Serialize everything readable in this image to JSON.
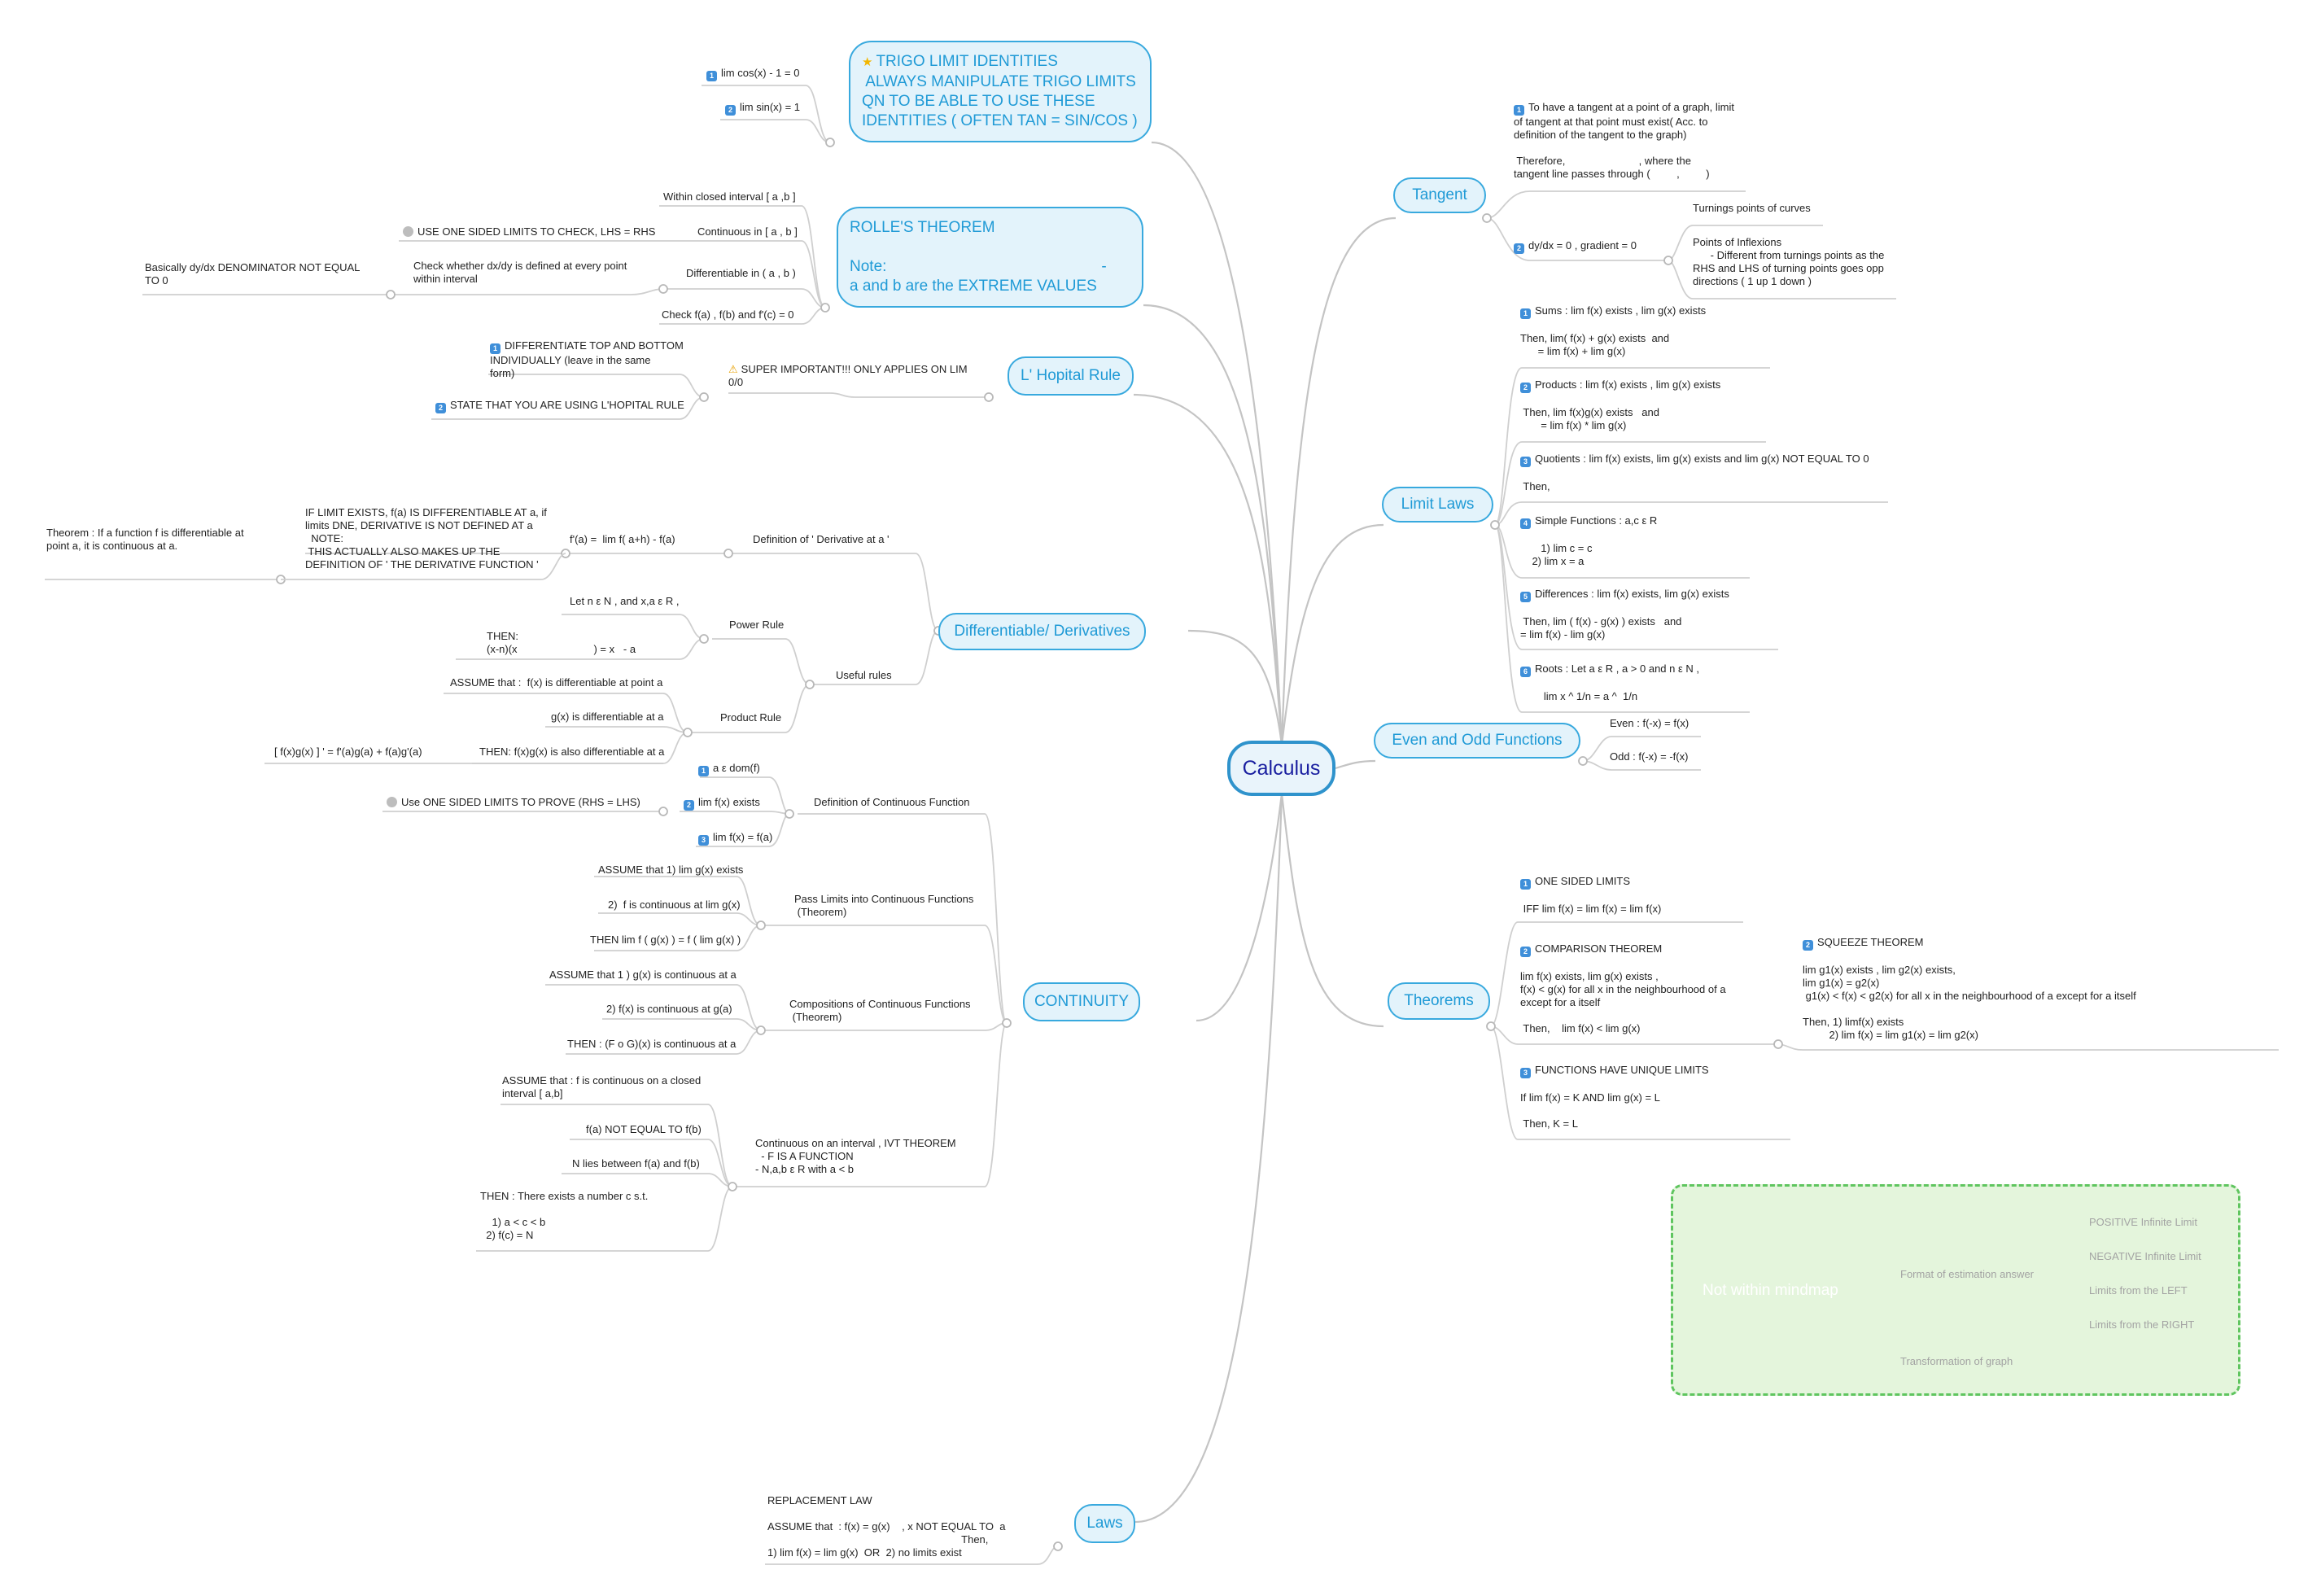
{
  "root": "Calculus",
  "topics": {
    "tangent": "Tangent",
    "limit_laws": "Limit Laws",
    "even_odd": "Even and Odd Functions",
    "theorems": "Theorems",
    "trigo": "TRIGO LIMIT IDENTITIES\n ALWAYS MANIPULATE TRIGO LIMITS\nQN TO BE ABLE TO USE THESE\nIDENTITIES ( OFTEN TAN = SIN/COS )",
    "rolle": "ROLLE'S THEOREM\n\nNote:                                                  -\na and b are the EXTREME VALUES",
    "lhopital": "L' Hopital Rule",
    "derivatives": "Differentiable/ Derivatives",
    "continuity": "CONTINUITY",
    "laws": "Laws"
  },
  "tangent": {
    "note1": "To have a tangent at a point of a graph, limit\nof tangent at that point must exist( Acc. to\ndefinition of the tangent to the graph)\n\n Therefore,                         , where the\ntangent line passes through (         ,         )",
    "dydx": "dy/dx = 0 , gradient = 0",
    "turning": "Turnings points of curves",
    "inflexion": "Points of Inflexions\n      - Different from turnings points as the\nRHS and LHS of turning points goes opp\ndirections ( 1 up 1 down )"
  },
  "limit_laws": {
    "sums": "Sums : lim f(x) exists , lim g(x) exists\n\nThen, lim( f(x) + g(x) exists  and\n      = lim f(x) + lim g(x)",
    "products": "Products : lim f(x) exists , lim g(x) exists\n\n Then, lim f(x)g(x) exists   and\n       = lim f(x) * lim g(x)",
    "quotients": "Quotients : lim f(x) exists, lim g(x) exists and lim g(x) NOT EQUAL TO 0\n\n Then,",
    "simple": "Simple Functions : a,c ε R\n\n       1) lim c = c\n    2) lim x = a",
    "differences": "Differences : lim f(x) exists, lim g(x) exists\n\n Then, lim ( f(x) - g(x) ) exists   and\n= lim f(x) - lim g(x)",
    "roots": "Roots : Let a ε R , a > 0 and n ε N ,\n\n        lim x ^ 1/n = a ^  1/n"
  },
  "even_odd": {
    "even": "Even : f(-x) = f(x)",
    "odd": "Odd : f(-x) = -f(x)"
  },
  "theorems": {
    "one_sided": "ONE SIDED LIMITS\n\n IFF lim f(x) = lim f(x) = lim f(x)",
    "comparison": "COMPARISON THEOREM\n\nlim f(x) exists, lim g(x) exists ,\nf(x) < g(x) for all x in the neighbourhood of a\nexcept for a itself\n\n Then,    lim f(x) < lim g(x)",
    "unique": "FUNCTIONS HAVE UNIQUE LIMITS\n\nIf lim f(x) = K AND lim g(x) = L\n\n Then, K = L",
    "squeeze": "SQUEEZE THEOREM\n\nlim g1(x) exists , lim g2(x) exists,\nlim g1(x) = g2(x)\n g1(x) < f(x) < g2(x) for all x in the neighbourhood of a except for a itself\n\nThen, 1) limf(x) exists\n         2) lim f(x) = lim g1(x) = lim g2(x)"
  },
  "trigo": {
    "cos": "lim cos(x) - 1 = 0",
    "sin": "lim sin(x) = 1"
  },
  "rolle": {
    "closed": "Within closed interval [ a ,b ]",
    "continuous": "Continuous in [ a , b ]",
    "one_sided": "USE ONE SIDED LIMITS TO CHECK, LHS = RHS",
    "differentiable": "Differentiable in ( a , b )",
    "check_dx": "Check whether dx/dy is defined at every point\nwithin interval",
    "denominator": "Basically dy/dx DENOMINATOR NOT EQUAL\nTO 0",
    "check_f": "Check f(a) , f(b) and f'(c) = 0"
  },
  "lhopital": {
    "important": "SUPER IMPORTANT!!! ONLY APPLIES ON LIM\n0/0",
    "differentiate": "DIFFERENTIATE TOP AND BOTTOM\nINDIVIDUALLY (leave in the same\nform)",
    "state": "STATE THAT YOU ARE USING L'HOPITAL RULE"
  },
  "derivatives": {
    "definition": "Definition of ' Derivative at a '",
    "formula": "f'(a) =  lim f( a+h) - f(a)",
    "if_exists": "IF LIMIT EXISTS, f(a) IS DIFFERENTIABLE AT a, if\nlimits DNE, DERIVATIVE IS NOT DEFINED AT a\n  NOTE:\n THIS ACTUALLY ALSO MAKES UP THE\nDEFINITION OF ' THE DERIVATIVE FUNCTION '",
    "theorem": "Theorem : If a function f is differentiable at\npoint a, it is continuous at a.",
    "useful": "Useful rules",
    "power": "Power Rule",
    "power_let": "Let n ε N , and x,a ε R ,",
    "power_then": "THEN:\n(x-n)(x                          ) = x   - a",
    "product": "Product Rule",
    "product_assume": "ASSUME that :  f(x) is differentiable at point a",
    "product_g": "g(x) is differentiable at a",
    "product_then": "THEN: f(x)g(x) is also differentiable at a",
    "product_formula": "[ f(x)g(x) ] ' = f'(a)g(a) + f(a)g'(a)"
  },
  "continuity": {
    "def": "Definition of Continuous Function",
    "def_a": "a ε dom(f)",
    "def_lim": "lim f(x) exists",
    "def_one_sided": "Use ONE SIDED LIMITS TO PROVE (RHS = LHS)",
    "def_eq": "lim f(x) = f(a)",
    "pass": "Pass Limits into Continuous Functions\n (Theorem)",
    "pass_1": "ASSUME that 1) lim g(x) exists",
    "pass_2": "2)  f is continuous at lim g(x)",
    "pass_then": "THEN lim f ( g(x) ) = f ( lim g(x) )",
    "comp": "Compositions of Continuous Functions\n (Theorem)",
    "comp_1": "ASSUME that 1 ) g(x) is continuous at a",
    "comp_2": "2) f(x) is continuous at g(a)",
    "comp_then": "THEN : (F o G)(x) is continuous at a",
    "ivt": "Continuous on an interval , IVT THEOREM\n  - F IS A FUNCTION\n- N,a,b ε R with a < b",
    "ivt_assume": "ASSUME that : f is continuous on a closed\ninterval [ a,b]",
    "ivt_fa": "f(a) NOT EQUAL TO f(b)",
    "ivt_n": "N lies between f(a) and f(b)",
    "ivt_then": "THEN : There exists a number c s.t.\n\n    1) a < c < b\n  2) f(c) = N"
  },
  "laws": {
    "replacement": "REPLACEMENT LAW\n\nASSUME that  : f(x) = g(x)    , x NOT EQUAL TO  a\n                                                                  Then,\n1) lim f(x) = lim g(x)  OR  2) no limits exist"
  },
  "floating": {
    "title": "Not within mindmap",
    "format": "Format of estimation answer",
    "transform": "Transformation of graph",
    "pos": "POSITIVE Infinite Limit",
    "neg": "NEGATIVE  Infinite Limit",
    "left": "Limits from the LEFT",
    "right": "Limits from the RIGHT"
  },
  "colors": {
    "root_border": "#2f93cc",
    "root_text": "#1a1fa0",
    "topic_border": "#38a9de",
    "topic_text": "#1f9ad6",
    "floating_border": "#5fc55f",
    "floating_fill": "#e4f5dc"
  },
  "icons": {
    "number_badge": "number-badge-icon",
    "star": "star-icon",
    "warning": "warning-icon",
    "info": "info-icon"
  }
}
